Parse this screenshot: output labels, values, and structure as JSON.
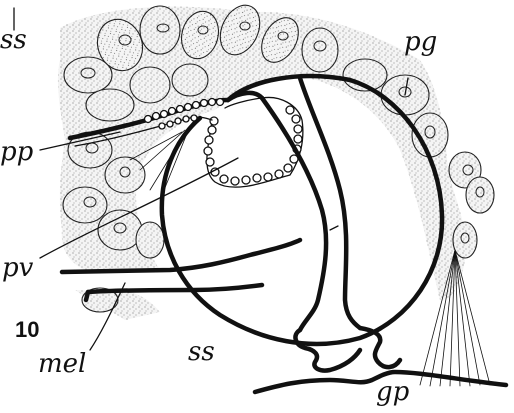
{
  "figure": {
    "number": "10",
    "labels": {
      "ss_top": "ss",
      "pg": "pg",
      "pp": "pp",
      "pv": "pv",
      "mel": "mel",
      "ss_bottom": "ss",
      "gp": "gp"
    }
  }
}
